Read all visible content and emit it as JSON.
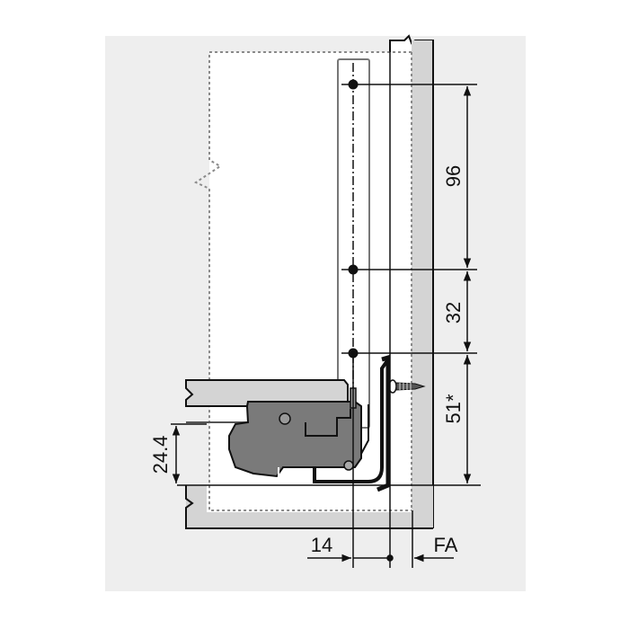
{
  "diagram": {
    "type": "technical-drawing",
    "subject": "drawer front fixing bracket side elevation",
    "colors": {
      "page_background": "#ffffff",
      "panel_background": "#eeeeee",
      "drawer_side_fill": "#d4d4d4",
      "bracket_fill": "#7a7a7a",
      "line": "#111111",
      "dotted_outline": "#8a8a8a"
    },
    "dimensions": {
      "hole_spacing_top": "96",
      "hole_spacing_middle": "32",
      "bottom_to_hole": "51*",
      "bottom_height": "24.4",
      "side_offset": "14",
      "front_overlay": "FA"
    }
  }
}
